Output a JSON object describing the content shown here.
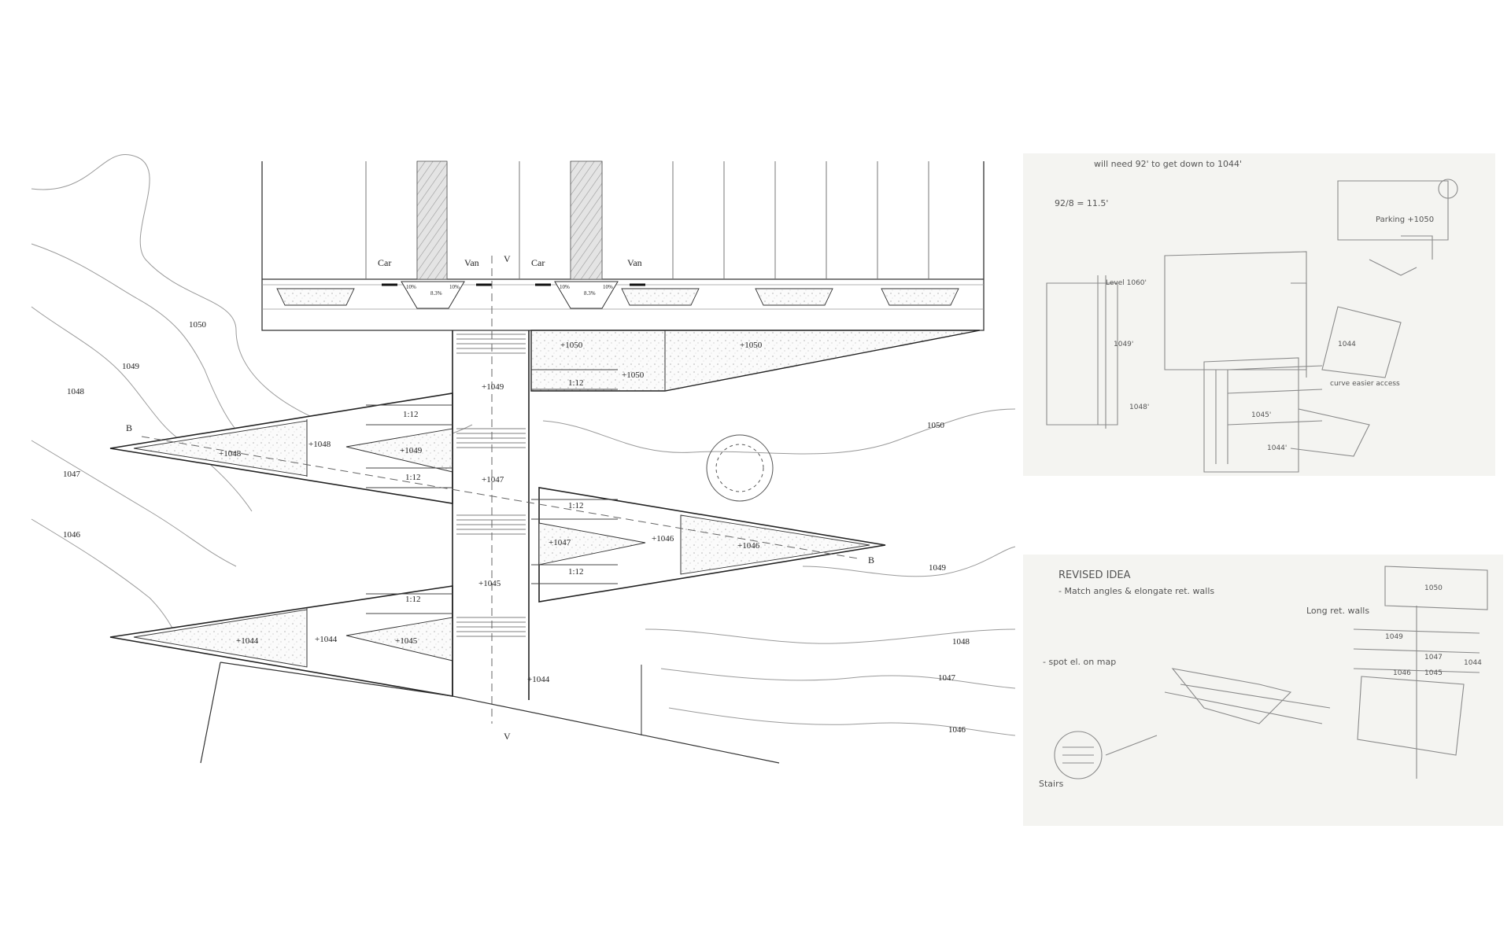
{
  "parking": {
    "spot_labels": [
      "Car",
      "Van",
      "Car",
      "Van"
    ],
    "slope_labels": [
      "10%",
      "10%",
      "8.3%",
      "10%",
      "10%",
      "8.3%"
    ]
  },
  "section_marks": {
    "v": "V",
    "b": "B"
  },
  "contours": [
    "1050",
    "1049",
    "1048",
    "1047",
    "1046",
    "1050",
    "1049",
    "1048",
    "1047",
    "1046"
  ],
  "elevations": [
    "+1050",
    "+1050",
    "+1050",
    "+1049",
    "+1048",
    "+1048",
    "+1049",
    "+1047",
    "+1047",
    "+1046",
    "+1046",
    "+1045",
    "+1044",
    "+1044",
    "+1045",
    "+1044"
  ],
  "ramp_slopes": [
    "1:12",
    "1:12",
    "1:12",
    "1:12",
    "1:12",
    "1:12"
  ],
  "sketch_top": {
    "notes": [
      "will need 92' to get down to 1044'",
      "92/8 = 11.5'",
      "Parking +1050",
      "Level 1060'",
      "1049'",
      "1048'",
      "1045'",
      "1044'",
      "1044",
      "curve easier access"
    ]
  },
  "sketch_bottom": {
    "notes": [
      "REVISED IDEA",
      "- Match angles & elongate ret. walls",
      "- spot el. on map",
      "Stairs",
      "Long ret. walls",
      "1050",
      "1049",
      "1047",
      "1046",
      "1045",
      "1044"
    ]
  }
}
